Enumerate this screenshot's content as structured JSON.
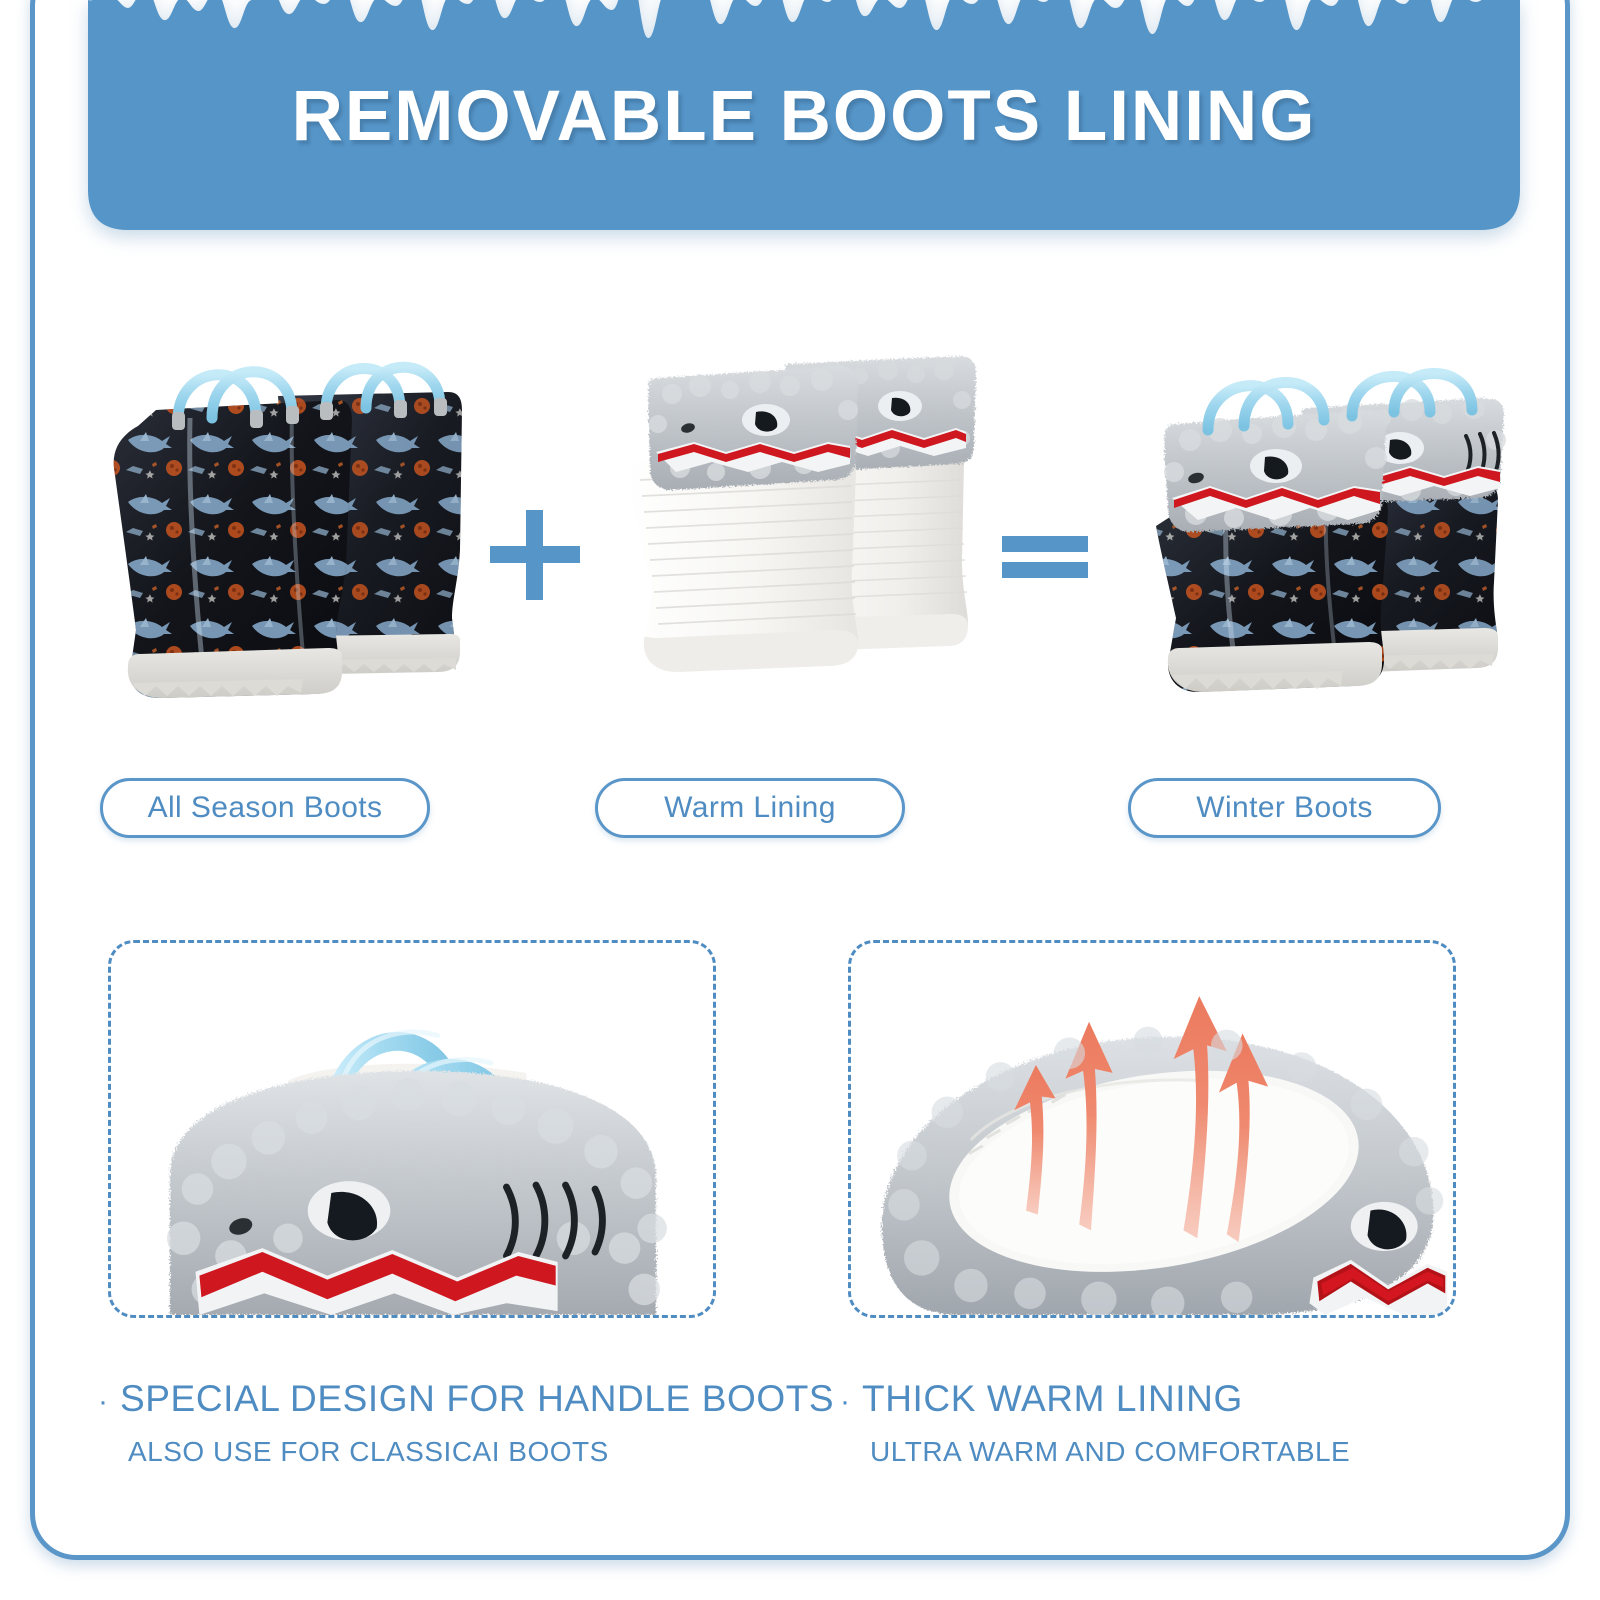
{
  "header": {
    "title": "REMOVABLE BOOTS LINING",
    "banner_color": "#5695c8",
    "title_color": "#ffffff"
  },
  "frame": {
    "border_color": "#5b96c9"
  },
  "equation": {
    "plus_symbol": "+",
    "equals_symbol": "=",
    "operator_color": "#5695c8",
    "items": [
      {
        "label": "All Season Boots",
        "image_name": "all-season-boots-photo",
        "description": "Pair of black rain boots with blue shark and space print and light blue pull handles"
      },
      {
        "label": "Warm Lining",
        "image_name": "warm-lining-photo",
        "description": "Pair of white fleece boot liners with grey sherpa shark-face cuffs and red zigzag teeth"
      },
      {
        "label": "Winter Boots",
        "image_name": "winter-boots-photo",
        "description": "Black shark print rain boots with grey sherpa shark lining folded over the top"
      }
    ]
  },
  "features": [
    {
      "bullet": "·",
      "title": "SPECIAL DESIGN FOR HANDLE BOOTS",
      "subtitle": "ALSO USE FOR CLASSICAI BOOTS",
      "image_name": "handle-closeup-photo",
      "description": "Close up of grey sherpa shark cuff with two light blue plastic handles"
    },
    {
      "bullet": "·",
      "title": "THICK WARM LINING",
      "subtitle": "ULTRA WARM AND COMFORTABLE",
      "image_name": "warmth-arrows-photo",
      "description": "Top view of the grey sherpa lining opening with four coral arrows showing rising warmth"
    }
  ],
  "colors": {
    "accent_blue": "#4f8cc2",
    "banner_blue": "#5695c8",
    "handle_blue": "#a8dcef",
    "sherpa_grey": "#c3c8cc",
    "teeth_red": "#d0171f",
    "warm_arrow": "#f08a70",
    "boot_black": "#14161c"
  }
}
